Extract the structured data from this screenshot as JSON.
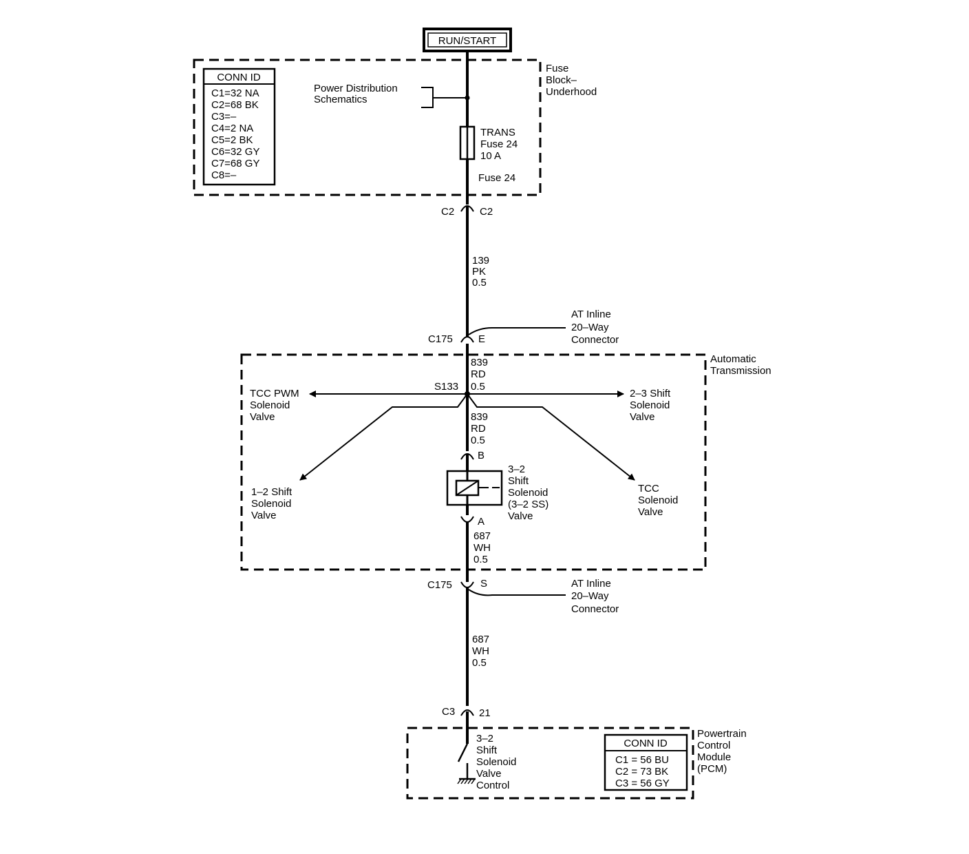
{
  "power": {
    "label": "RUN/START"
  },
  "fuse_block": {
    "name_lines": [
      "Fuse",
      "Block–",
      "Underhood"
    ],
    "conn_id": {
      "header": "CONN ID",
      "rows": [
        "C1=32 NA",
        "C2=68 BK",
        "C3=–",
        "C4=2 NA",
        "C5=2 BK",
        "C6=32 GY",
        "C7=68 GY",
        "C8=–"
      ]
    },
    "power_dist_lines": [
      "Power Distribution",
      "Schematics"
    ],
    "fuse_label_lines": [
      "TRANS",
      "Fuse 24",
      "10 A"
    ],
    "fuse_name": "Fuse 24"
  },
  "connector_c2": {
    "left": "C2",
    "right": "C2"
  },
  "wire_upper": [
    "139",
    "PK",
    "0.5"
  ],
  "c175_top": {
    "connector": "C175",
    "pin": "E",
    "desc_lines": [
      "AT Inline",
      "20–Way",
      "Connector"
    ]
  },
  "transmission": {
    "name_lines": [
      "Automatic",
      "Transmission"
    ],
    "wire_839_a": [
      "839",
      "RD",
      "0.5"
    ],
    "splice": "S133",
    "wire_839_b": [
      "839",
      "RD",
      "0.5"
    ],
    "tcc_pwm": [
      "TCC PWM",
      "Solenoid",
      "Valve"
    ],
    "shift_23": [
      "2–3 Shift",
      "Solenoid",
      "Valve"
    ],
    "shift_12": [
      "1–2 Shift",
      "Solenoid",
      "Valve"
    ],
    "tcc": [
      "TCC",
      "Solenoid",
      "Valve"
    ],
    "pin_b": "B",
    "pin_a": "A",
    "solenoid_32_lines": [
      "3–2",
      "Shift",
      "Solenoid",
      "(3–2 SS)",
      "Valve"
    ],
    "wire_687_a": [
      "687",
      "WH",
      "0.5"
    ]
  },
  "c175_bottom": {
    "connector": "C175",
    "pin": "S",
    "desc_lines": [
      "AT Inline",
      "20–Way",
      "Connector"
    ]
  },
  "wire_lower": [
    "687",
    "WH",
    "0.5"
  ],
  "connector_c3": {
    "left": "C3",
    "right": "21"
  },
  "pcm": {
    "name_lines": [
      "Powertrain",
      "Control",
      "Module",
      "(PCM)"
    ],
    "control_lines": [
      "3–2",
      "Shift",
      "Solenoid",
      "Valve",
      "Control"
    ],
    "conn_id": {
      "header": "CONN ID",
      "rows": [
        "C1 = 56 BU",
        "C2 = 73 BK",
        "C3 = 56 GY"
      ]
    }
  }
}
